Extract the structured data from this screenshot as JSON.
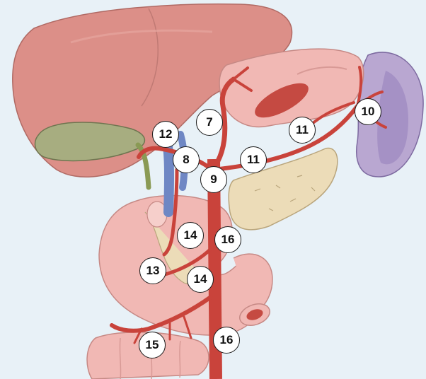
{
  "labels": {
    "n7": "7",
    "n8": "8",
    "n9": "9",
    "n10": "10",
    "n11a": "11",
    "n11b": "11",
    "n12": "12",
    "n13": "13",
    "n14a": "14",
    "n14b": "14",
    "n15": "15",
    "n16a": "16",
    "n16b": "16"
  },
  "colors": {
    "background": "#e8f1f7",
    "liver": "#dc8f88",
    "gallbladder": "#a7ad80",
    "stomach": "#f1b8b4",
    "spleen": "#b9a7d1",
    "pancreas": "#ecdcb8",
    "artery": "#c9433b",
    "vein": "#6f87c4",
    "bile_duct": "#8a9a55"
  }
}
